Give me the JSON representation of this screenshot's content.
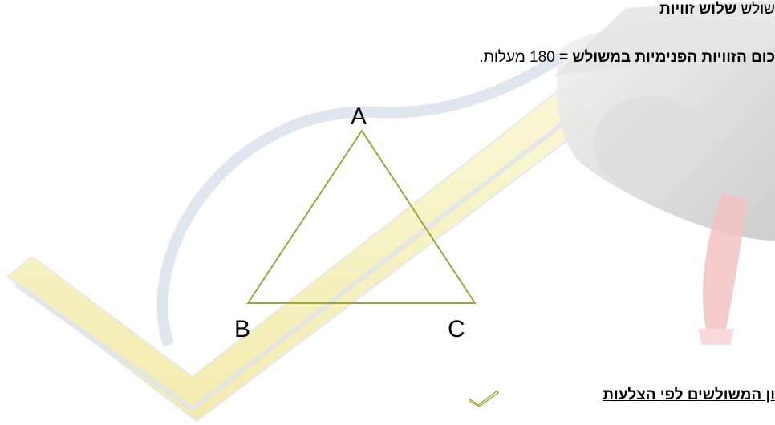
{
  "line1": {
    "prefix": "שולש",
    "bold": "שלוש זוויות"
  },
  "line2": {
    "bold": "כום הזוויות הפנימיות במשולש",
    "equals": "=",
    "value": "180",
    "unit": "מעלות."
  },
  "triangle": {
    "vertices": {
      "a": "A",
      "b": "B",
      "c": "C"
    },
    "stroke": "#9aa83a"
  },
  "heading2": {
    "text": "ון המשולשים לפי הצלעות"
  },
  "icons": {
    "section": "checkmark-icon",
    "background": "graduation-cap-and-diploma-watermark"
  }
}
